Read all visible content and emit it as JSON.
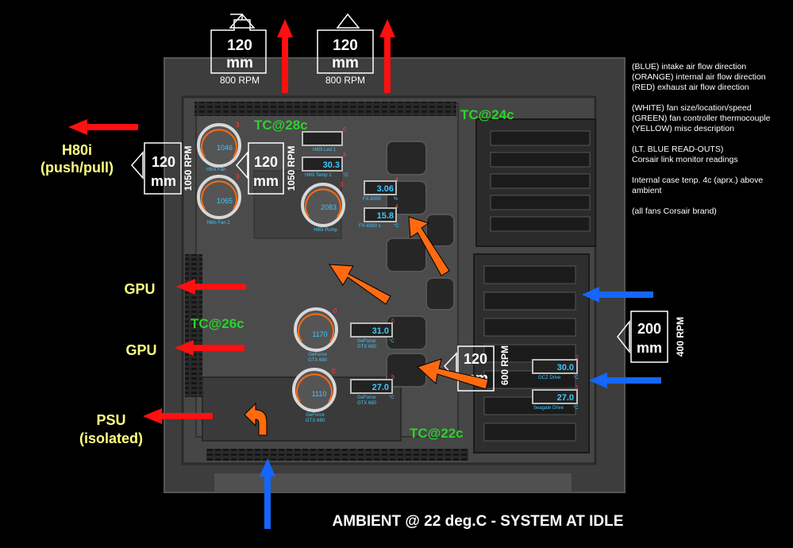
{
  "fans": {
    "top1": {
      "size": "120",
      "unit": "mm",
      "rpm": "800 RPM"
    },
    "top2": {
      "size": "120",
      "unit": "mm",
      "rpm": "800 RPM"
    },
    "rad1": {
      "size": "120",
      "unit": "mm",
      "rpm": "1050 RPM"
    },
    "rad2": {
      "size": "120",
      "unit": "mm",
      "rpm": "1050 RPM"
    },
    "front_big": {
      "size": "200",
      "unit": "mm",
      "rpm": "400 RPM"
    },
    "mid": {
      "size": "120",
      "unit": "mm",
      "rpm": "600 RPM"
    }
  },
  "labels": {
    "h80i_1": "H80i",
    "h80i_2": "(push/pull)",
    "gpu1": "GPU",
    "gpu2": "GPU",
    "psu1": "PSU",
    "psu2": "(isolated)"
  },
  "thermocouples": {
    "tc1": "TC@28c",
    "tc2": "TC@24c",
    "tc3": "TC@26c",
    "tc4": "TC@22c"
  },
  "gauges": [
    {
      "value": "1046",
      "label": "H80i Fan",
      "badge": "3"
    },
    {
      "value": "1065",
      "label": "H80i Fan 2",
      "badge": "3"
    },
    {
      "value": "2083",
      "label": "H80i Pump",
      "badge": "3"
    },
    {
      "value": "1170",
      "label": "GeForce",
      "label2": "GTX 680",
      "badge": "0"
    },
    {
      "value": "1110",
      "label": "GeForce",
      "label2": "GTX 680",
      "badge": "0"
    }
  ],
  "readouts": [
    {
      "value": "",
      "label": "H80i Led 1",
      "unit": "",
      "badge": "0"
    },
    {
      "value": "30.3",
      "label": "H80i Temp 1",
      "unit": "°C",
      "badge": "3"
    },
    {
      "value": "3.06",
      "label": "FX-8350",
      "unit": "%",
      "badge": "4"
    },
    {
      "value": "15.8",
      "label": "FX-8350 s",
      "unit": "°C",
      "badge": "4"
    },
    {
      "value": "31.0",
      "label": "GeForce",
      "label2": "GTX 680",
      "unit": "°C",
      "badge": "6"
    },
    {
      "value": "27.0",
      "label": "GeForce",
      "label2": "GTX 680",
      "unit": "°C",
      "badge": "5"
    },
    {
      "value": "30.0",
      "label": "OCZ Drive",
      "unit": "°C",
      "badge": "2"
    },
    {
      "value": "27.0",
      "label": "Seagate Drive",
      "unit": "°C",
      "badge": "1"
    }
  ],
  "legend": [
    "(BLUE) intake air flow direction",
    "(ORANGE) internal air flow direction",
    "(RED) exhaust air flow direction",
    "",
    "(WHITE) fan size/location/speed",
    "(GREEN) fan controller thermocouple",
    "(YELLOW) misc description",
    "",
    "(LT. BLUE READ-OUTS)",
    "Corsair link monitor readings",
    "",
    "Internal case tenp. 4c (aprx.) above ambient",
    "",
    "(all fans Corsair brand)"
  ],
  "footer": "AMBIENT @ 22 deg.C - SYSTEM AT IDLE",
  "colors": {
    "intake": "#1565ff",
    "internal": "#ff6a10",
    "exhaust": "#ff1010",
    "thermocouple": "#2bd32b",
    "misc": "#ffff80",
    "readout": "#3cc8ff",
    "case": "#3a3a3a"
  }
}
